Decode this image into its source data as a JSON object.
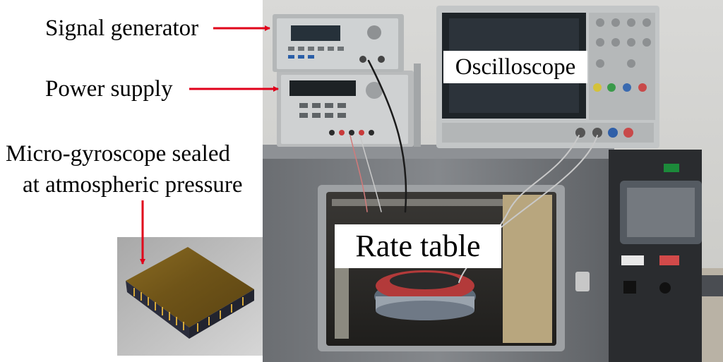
{
  "labels": {
    "signal_generator": "Signal generator",
    "power_supply": "Power supply",
    "gyro_line1": "Micro-gyroscope sealed",
    "gyro_line2": "at atmospheric pressure",
    "oscilloscope": "Oscilloscope",
    "rate_table": "Rate table"
  },
  "colors": {
    "arrow": "#e0001a",
    "label_text": "#000000",
    "label_box": "#ffffff"
  }
}
